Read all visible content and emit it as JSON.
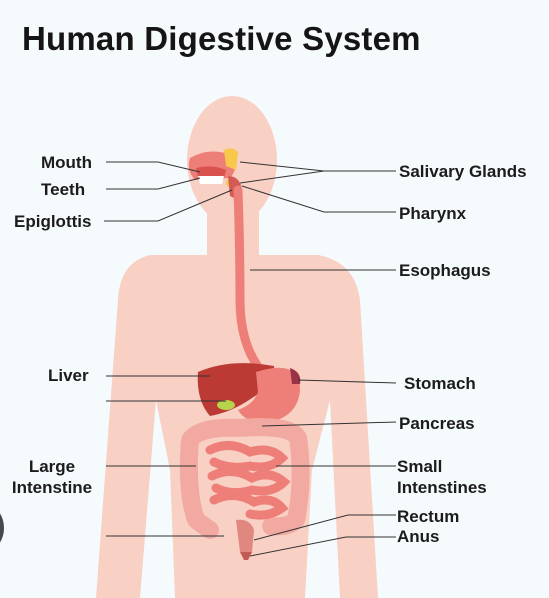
{
  "title": "Human Digestive System",
  "labels": {
    "mouth": "Mouth",
    "teeth": "Teeth",
    "epiglottis": "Epiglottis",
    "liver": "Liver",
    "large_intestine_line1": "Large",
    "large_intestine_line2": "Intenstine",
    "salivary_glands": "Salivary Glands",
    "pharynx": "Pharynx",
    "esophagus": "Esophagus",
    "stomach": "Stomach",
    "pancreas": "Pancreas",
    "small_intestines_line1": "Small",
    "small_intestines_line2": "Intenstines",
    "rectum": "Rectum",
    "anus": "Anus"
  },
  "colors": {
    "background": "#f5fafd",
    "body": "#f8d0c4",
    "organ": "#ee7f78",
    "liver": "#bb3a34",
    "gland": "#f7c84a",
    "leader_line": "#333333"
  }
}
